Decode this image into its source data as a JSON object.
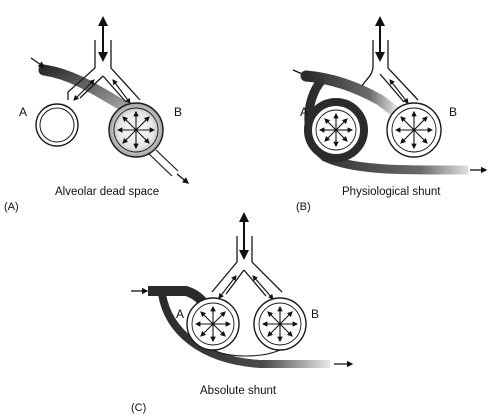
{
  "panels": {
    "a": {
      "label": "(A)",
      "bold_letter": "A",
      "caption": "Alveolar dead space",
      "alveolus_left": "A",
      "alveolus_right": "B"
    },
    "b": {
      "label": "(B)",
      "bold_letter": "B",
      "caption": "Physiological shunt",
      "alveolus_left": "A",
      "alveolus_right": "B"
    },
    "c": {
      "label": "(C)",
      "bold_letter": "C",
      "caption": "Absolute shunt",
      "alveolus_left": "A",
      "alveolus_right": "B"
    }
  },
  "colors": {
    "blood_dark": "#2b2b2b",
    "outline": "#1a1a1a",
    "shade": "#8a8a8a"
  }
}
